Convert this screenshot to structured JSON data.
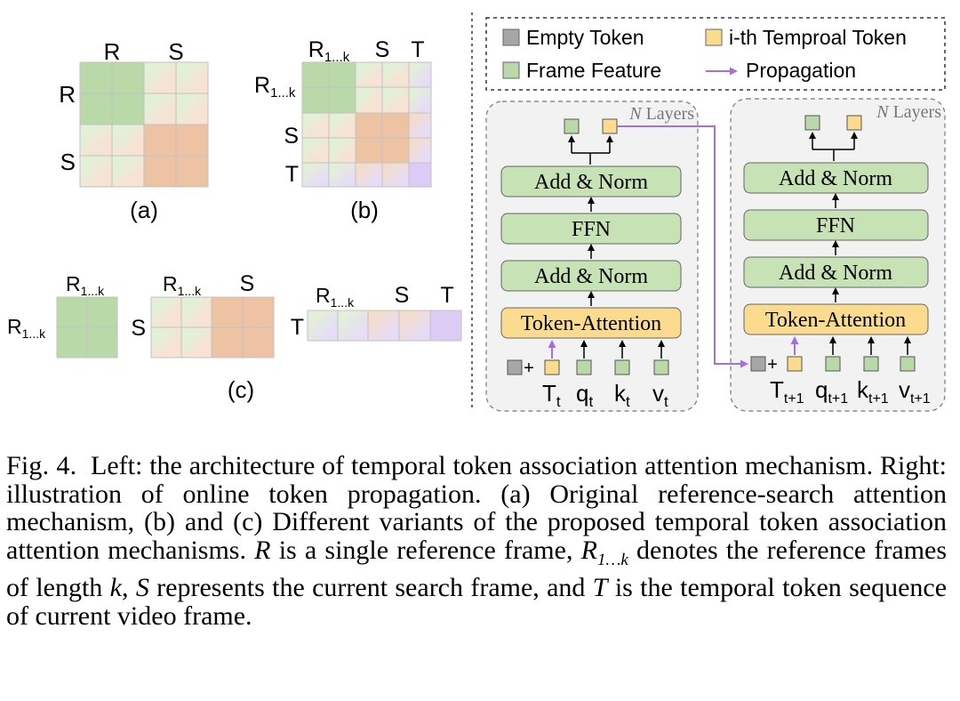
{
  "colors": {
    "green": "#b9d9a8",
    "green_light": "#e3f0d8",
    "orange": "#eec3a4",
    "orange_light": "#f7e2d3",
    "purple": "#dcccf5",
    "yellow": "#fbdc8e",
    "gray": "#a6a6a6",
    "panel_bg": "#f2f2f2",
    "arrow_purple": "#a470e0"
  },
  "labels": {
    "R": "R",
    "S": "S",
    "T": "T",
    "R1k_base": "R",
    "R1k_sub": "1...k",
    "a": "(a)",
    "b": "(b)",
    "c": "(c)"
  },
  "legend": {
    "empty": "Empty Token",
    "temporal": "i-th Temproal Token",
    "frame": "Frame Feature",
    "propagation": "Propagation"
  },
  "blocks": {
    "layers_n": "N",
    "layers_text": " Layers",
    "add_norm": "Add & Norm",
    "ffn": "FFN",
    "token_attention": "Token-Attention",
    "plus": "+"
  },
  "inputs_left": [
    {
      "base": "T",
      "sub": "t"
    },
    {
      "base": "q",
      "sub": "t"
    },
    {
      "base": "k",
      "sub": "t"
    },
    {
      "base": "v",
      "sub": "t"
    }
  ],
  "inputs_right": [
    {
      "base": "T",
      "sub": "t+1"
    },
    {
      "base": "q",
      "sub": "t+1"
    },
    {
      "base": "k",
      "sub": "t+1"
    },
    {
      "base": "v",
      "sub": "t+1"
    }
  ],
  "caption": {
    "label": "Fig. 4.",
    "p1": "Left: the architecture of temporal token association attention mechanism. Right: illustration of online token propagation. (a) Original reference-search attention mechanism, (b) and (c) Different variants of the proposed temporal token association attention mechanisms.",
    "v_R": "R",
    "p2": "is a single reference frame,",
    "v_R1k_base": "R",
    "v_R1k_sub": "1…k",
    "p3": "denotes the reference frames of length",
    "v_k": "k",
    "p4": ",",
    "v_S": "S",
    "p5": "represents the current search frame, and",
    "v_T": "T",
    "p6": "is the temporal token sequence of current video frame."
  }
}
